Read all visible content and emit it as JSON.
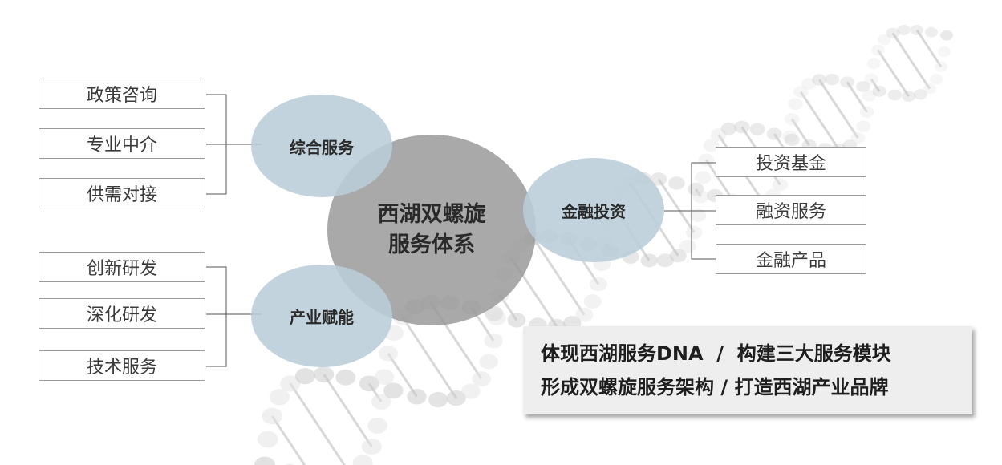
{
  "center": {
    "line1": "西湖双螺旋",
    "line2": "服务体系"
  },
  "modules": {
    "comprehensive": {
      "label": "综合服务",
      "items": [
        "政策咨询",
        "专业中介",
        "供需对接"
      ]
    },
    "industry": {
      "label": "产业赋能",
      "items": [
        "创新研发",
        "深化研发",
        "技术服务"
      ]
    },
    "finance": {
      "label": "金融投资",
      "items": [
        "投资基金",
        "融资服务",
        "金融产品"
      ]
    }
  },
  "summary": {
    "line1": "体现西湖服务DNA  /  构建三大服务模块",
    "line2": "形成双螺旋服务架构 / 打造西湖产业品牌"
  },
  "colors": {
    "sub_circle": "#bacdd8",
    "center_circle": "#969696",
    "box_border": "#9a9a9a",
    "summary_bg": "#eeeeee"
  }
}
